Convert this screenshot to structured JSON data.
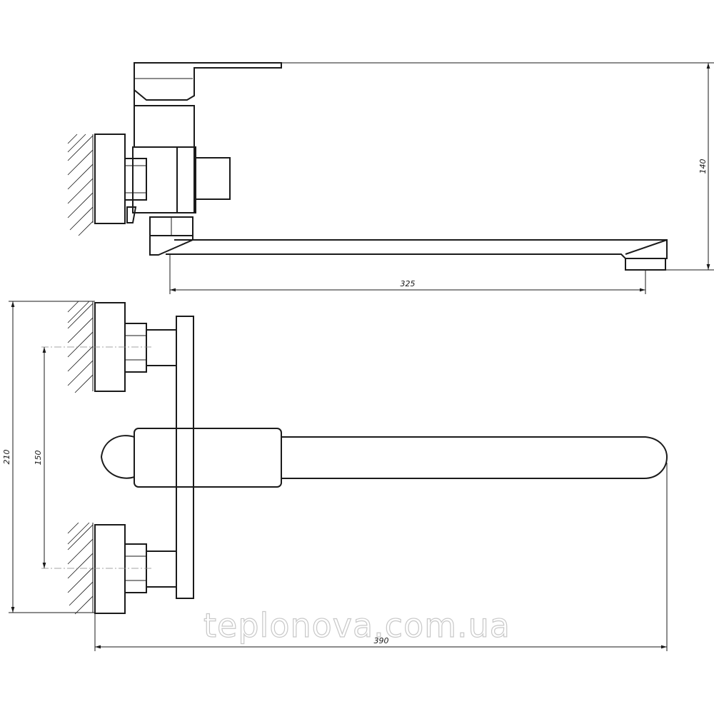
{
  "dimensions": {
    "height_side": "140",
    "spout_reach": "325",
    "overall_height_front": "210",
    "inlet_spacing": "150",
    "overall_length": "390"
  },
  "watermark": "teplonova.com.ua"
}
